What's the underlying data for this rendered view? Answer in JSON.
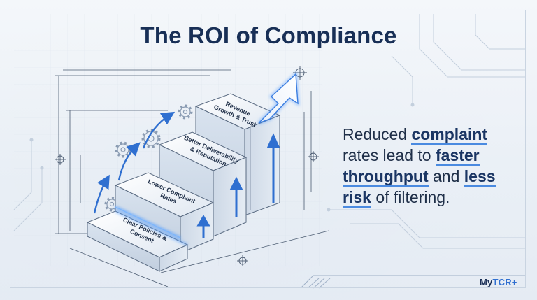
{
  "title": "The ROI of Compliance",
  "steps": [
    {
      "line1": "Clear Policies &",
      "line2": "Consent"
    },
    {
      "line1": "Lower Complaint",
      "line2": "Rates"
    },
    {
      "line1": "Better Deliverability",
      "line2": "& Reputation"
    },
    {
      "line1": "Revenue",
      "line2": "Growth & Trust"
    }
  ],
  "callout": {
    "t1": "Reduced ",
    "h1": "complaint",
    "t2": " rates lead to ",
    "h2": "faster",
    "t3": " ",
    "h3": "throughput",
    "t4": " and ",
    "h4": "less",
    "t5": " ",
    "h5": "risk",
    "t6": " of filtering."
  },
  "logo": {
    "my": "My",
    "tcr": "TCR+"
  },
  "colors": {
    "title": "#182f56",
    "accent": "#3b82f6",
    "highlight_underline": "#4a8ae0",
    "background": "#eef2f7"
  },
  "icons": [
    "gear-icon",
    "up-arrow-icon",
    "crosshair-icon",
    "big-up-arrow-icon"
  ]
}
